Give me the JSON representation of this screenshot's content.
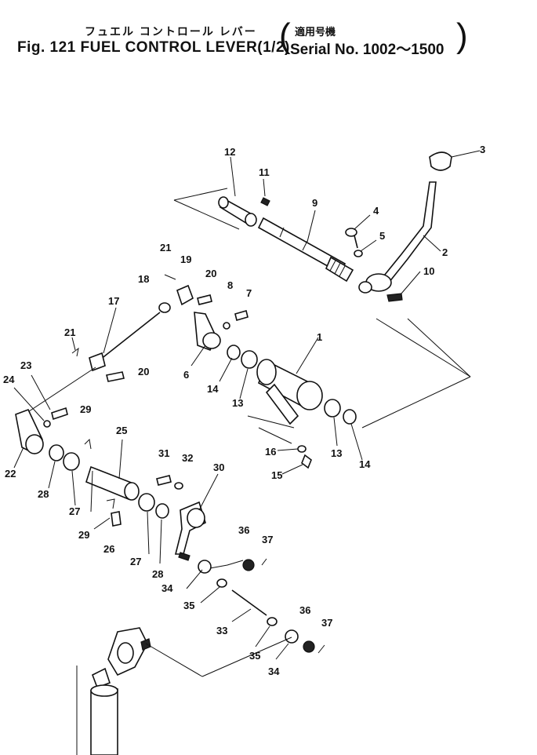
{
  "title": {
    "japanese": "フュエル コントロール レバー",
    "main": "Fig. 121 FUEL CONTROL LEVER(1/2)",
    "serial_japanese": "適用号機",
    "serial": "Serial No. 1002～1500"
  },
  "callouts": [
    "1",
    "2",
    "3",
    "4",
    "5",
    "6",
    "7",
    "8",
    "9",
    "10",
    "11",
    "12",
    "13",
    "13",
    "14",
    "14",
    "15",
    "16",
    "17",
    "18",
    "19",
    "20",
    "20",
    "21",
    "21",
    "22",
    "23",
    "24",
    "25",
    "26",
    "27",
    "27",
    "28",
    "28",
    "29",
    "29",
    "30",
    "31",
    "32",
    "33",
    "34",
    "34",
    "35",
    "35",
    "36",
    "36",
    "37",
    "37"
  ]
}
